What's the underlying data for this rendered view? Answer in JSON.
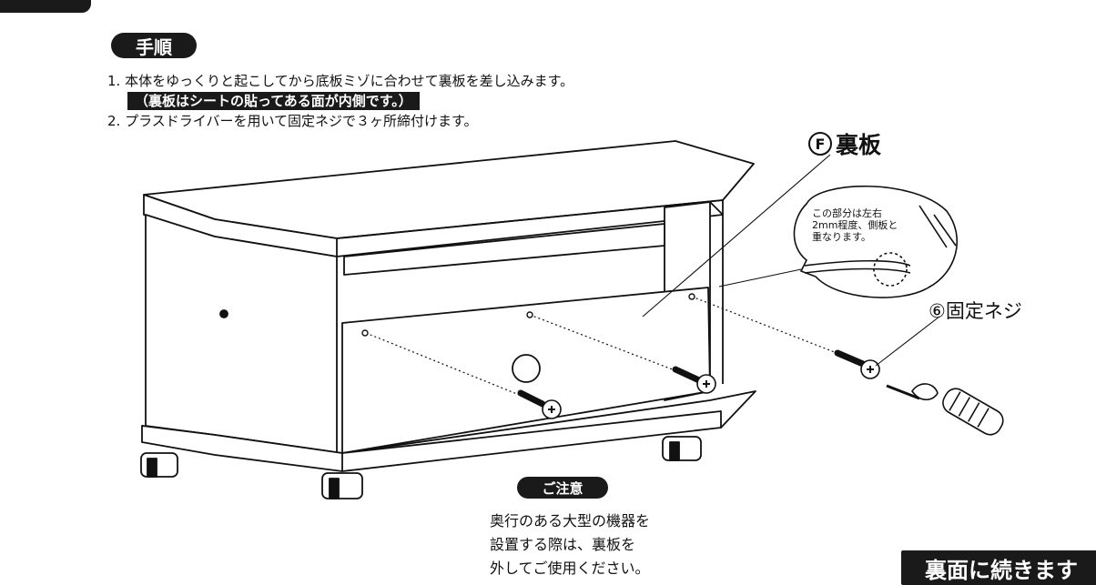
{
  "header": {
    "step_title": "手順"
  },
  "steps": {
    "line1": "1. 本体をゆっくりと起こしてから底板ミゾに合わせて裏板を差し込みます。",
    "line1_note": "（裏板はシートの貼ってある面が内側です。）",
    "line2": "2. プラスドライバーを用いて固定ネジで３ヶ所締付けます。"
  },
  "labels": {
    "backboard_letter": "F",
    "backboard_name": "裏板",
    "screw_label": "⑥固定ネジ"
  },
  "callout": {
    "line1": "この部分は左右",
    "line2": "2mm程度、側板と",
    "line3": "重なります。"
  },
  "caution": {
    "title": "ご注意",
    "line1": "奥行のある大型の機器を",
    "line2": "設置する際は、裏板を",
    "line3": "外してご使用ください。"
  },
  "footer": {
    "continue_label": "裏面に続きます"
  }
}
